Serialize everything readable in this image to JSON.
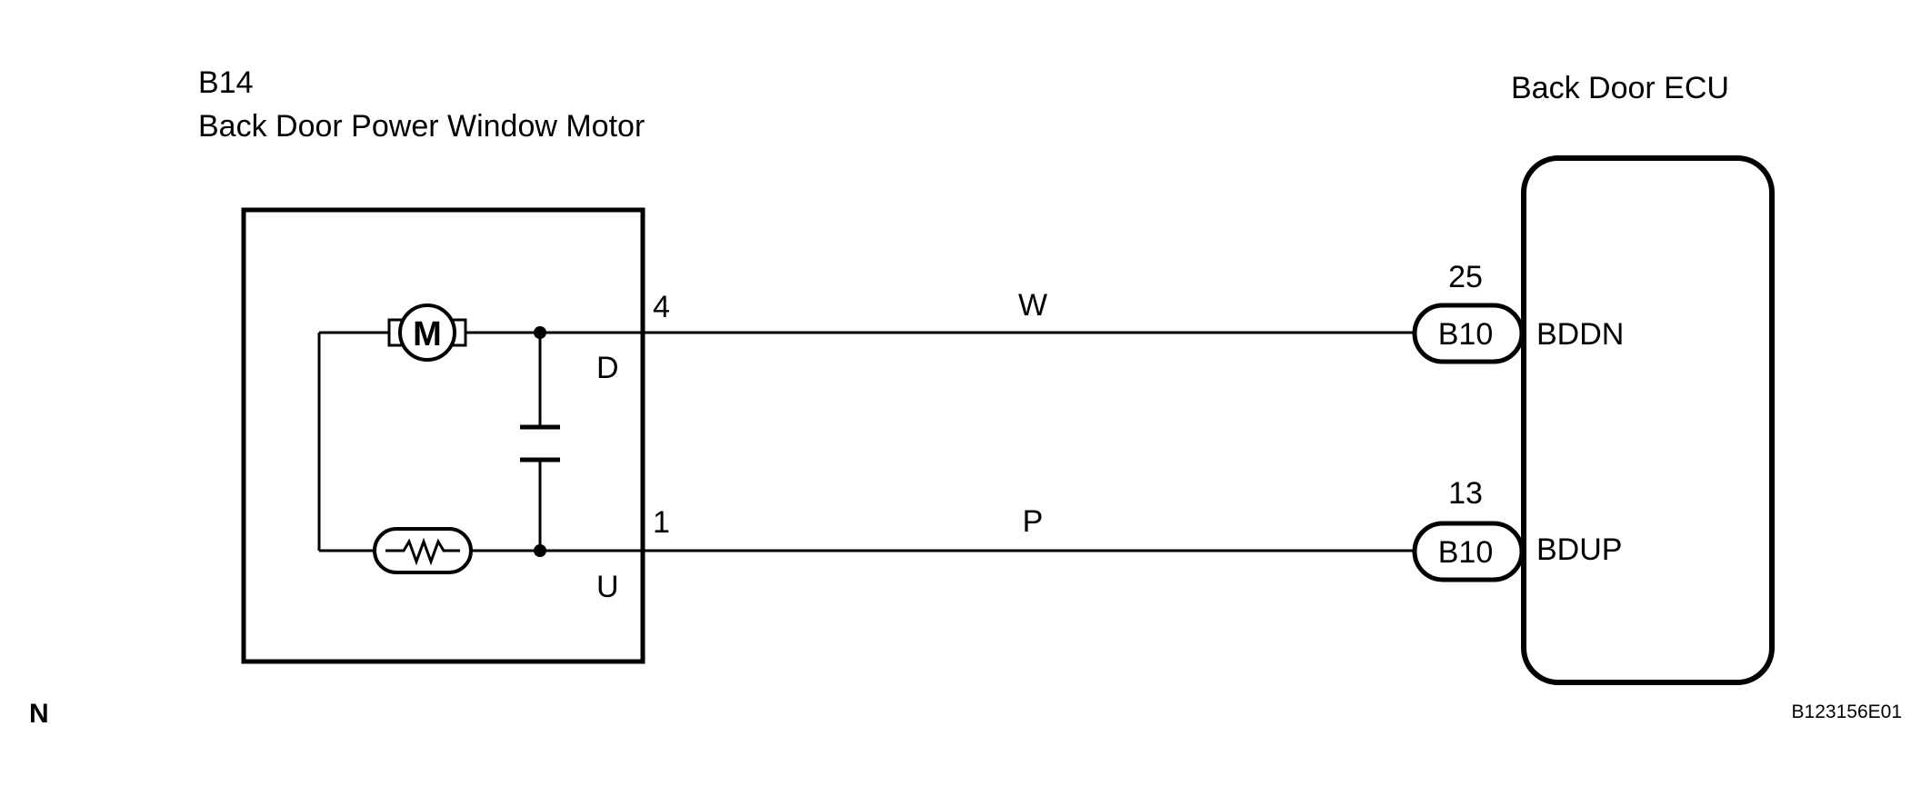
{
  "motor": {
    "code": "B14",
    "name": "Back Door Power Window Motor",
    "motor_symbol": "M",
    "terminals": [
      {
        "pin": "4",
        "name": "D"
      },
      {
        "pin": "1",
        "name": "U"
      }
    ]
  },
  "ecu": {
    "name": "Back Door ECU",
    "pins": [
      {
        "pin": "25",
        "connector": "B10",
        "signal": "BDDN"
      },
      {
        "pin": "13",
        "connector": "B10",
        "signal": "BDUP"
      }
    ]
  },
  "wires": [
    {
      "color_code": "W"
    },
    {
      "color_code": "P"
    }
  ],
  "footer": {
    "left_mark": "N",
    "figure_code": "B123156E01"
  },
  "icons": [
    "motor-icon",
    "thermistor-icon",
    "capacitor-icon"
  ]
}
